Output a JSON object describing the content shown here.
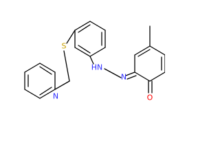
{
  "structure": {
    "colors": {
      "bond": "#000000",
      "carbon": "#000000",
      "nitrogen": "#2a2aff",
      "sulfur": "#c8a000",
      "oxygen": "#ff0000"
    },
    "atoms": [
      {
        "key": "sulfur",
        "symbol": "S"
      },
      {
        "key": "pyridine_nitrogen",
        "symbol": "N"
      },
      {
        "key": "hydrazine_nh",
        "symbol": "HN"
      },
      {
        "key": "imine_nitrogen",
        "symbol": "N"
      },
      {
        "key": "carbonyl_oxygen",
        "symbol": "O"
      }
    ]
  }
}
